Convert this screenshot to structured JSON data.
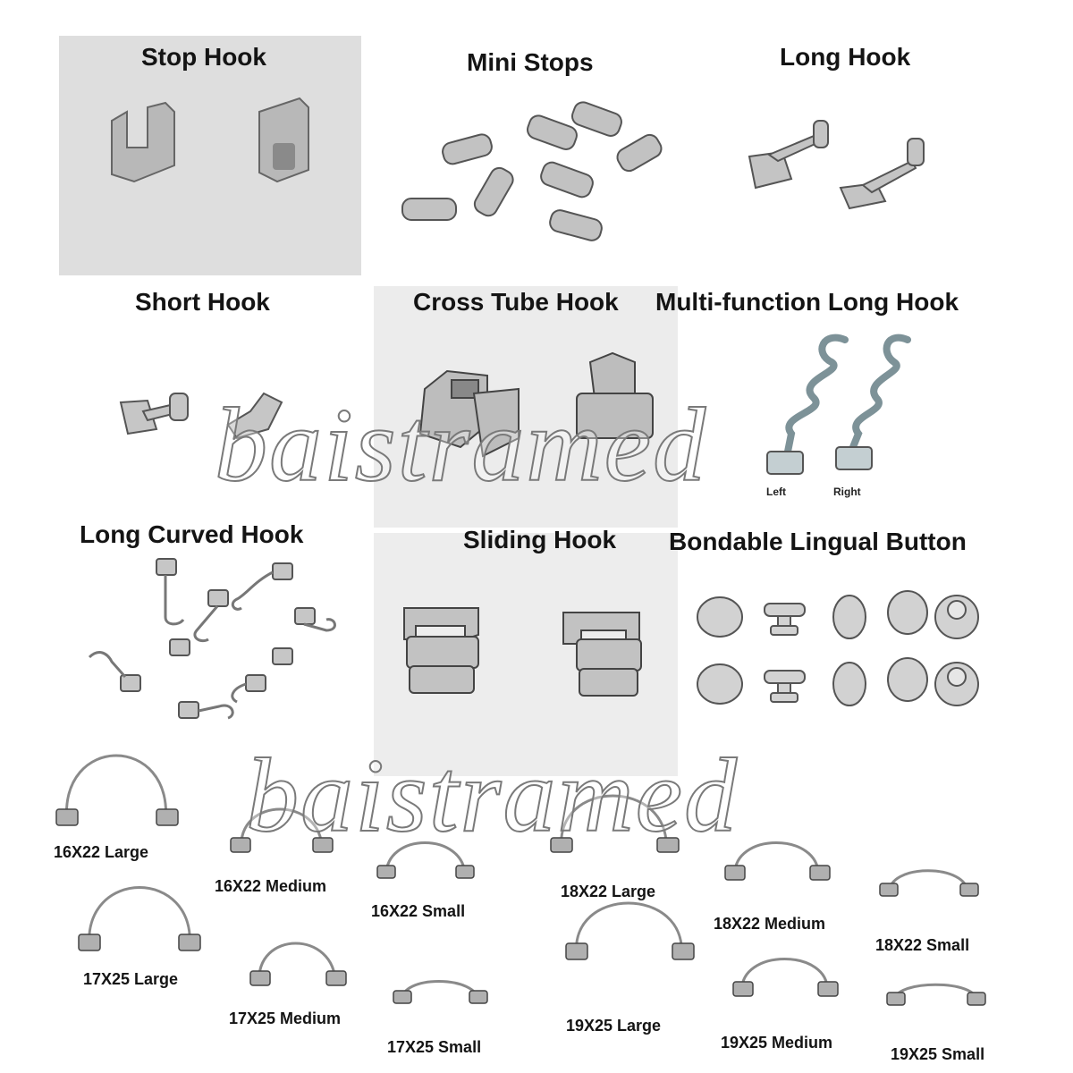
{
  "titles": {
    "stop_hook": "Stop Hook",
    "mini_stops": "Mini Stops",
    "long_hook": "Long Hook",
    "short_hook": "Short Hook",
    "cross_tube_hook": "Cross Tube Hook",
    "multi_function_long_hook": "Multi-function Long Hook",
    "long_curved_hook": "Long Curved Hook",
    "sliding_hook": "Sliding Hook",
    "bondable_lingual_button": "Bondable Lingual Button"
  },
  "multi_function_labels": {
    "left": "Left",
    "right": "Right"
  },
  "springs": [
    "16X22 Large",
    "16X22 Medium",
    "16X22 Small",
    "18X22 Large",
    "18X22 Medium",
    "18X22 Small",
    "17X25 Large",
    "17X25 Medium",
    "17X25 Small",
    "19X25 Large",
    "19X25 Medium",
    "19X25 Small"
  ],
  "watermark": "baistramed"
}
